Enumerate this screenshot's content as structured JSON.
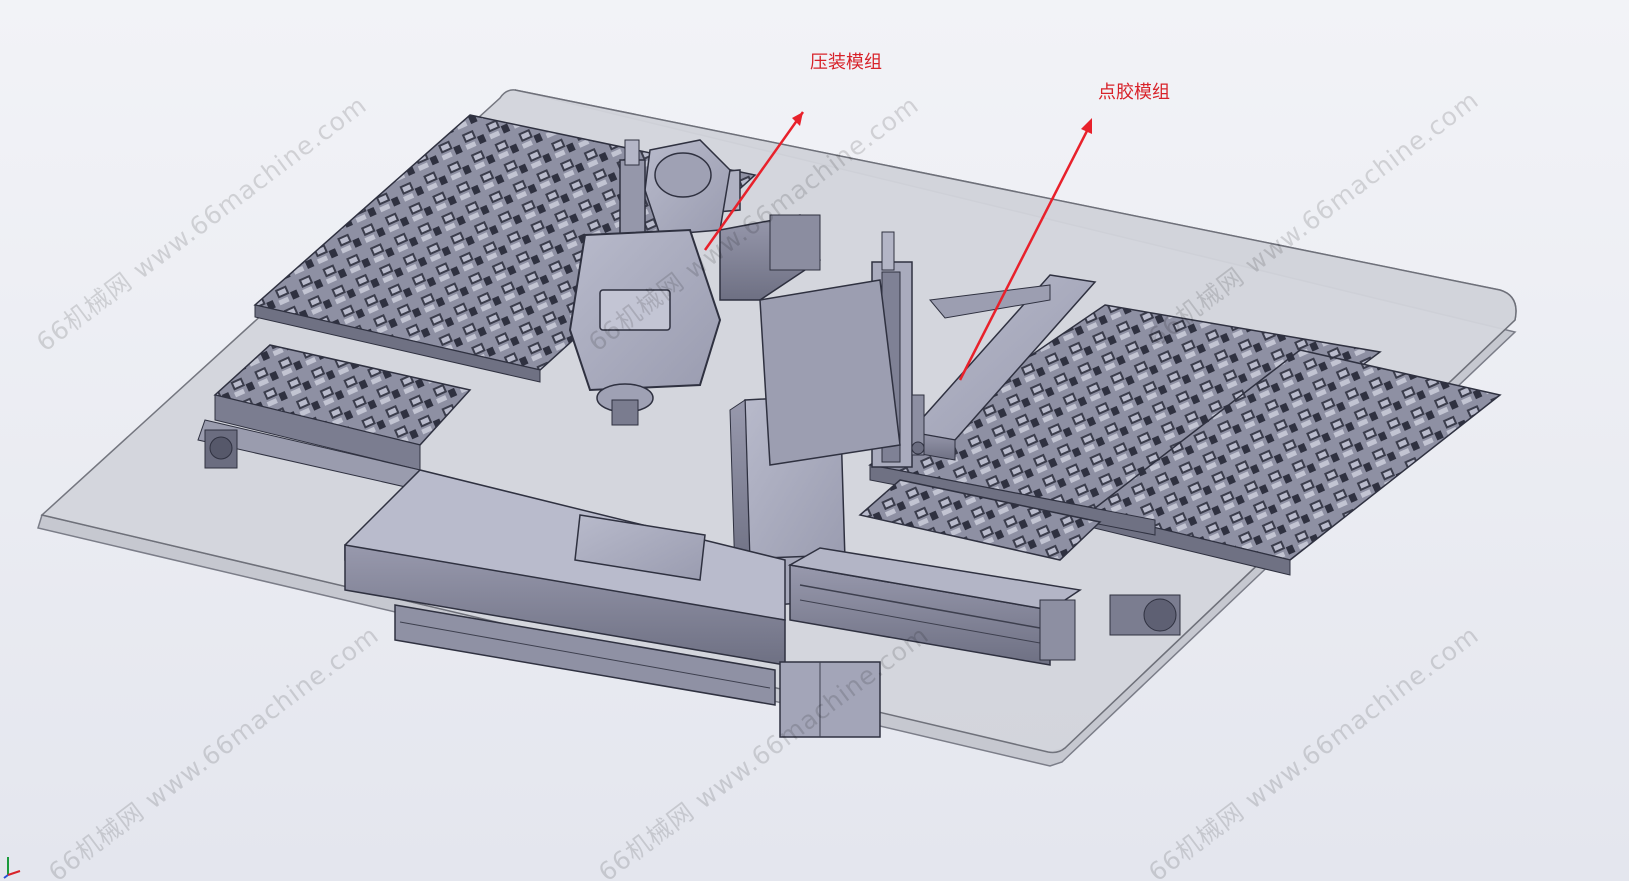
{
  "callouts": {
    "press_module": "压装模组",
    "dispense_module": "点胶模组"
  },
  "watermark": "66机械网 www.66machine.com",
  "colors": {
    "callout": "#d8232a",
    "arrow": "#e8212b",
    "part_fill": "#a7a9bc",
    "part_stroke": "#3d3f4e",
    "plate": "#c5c7cf"
  }
}
